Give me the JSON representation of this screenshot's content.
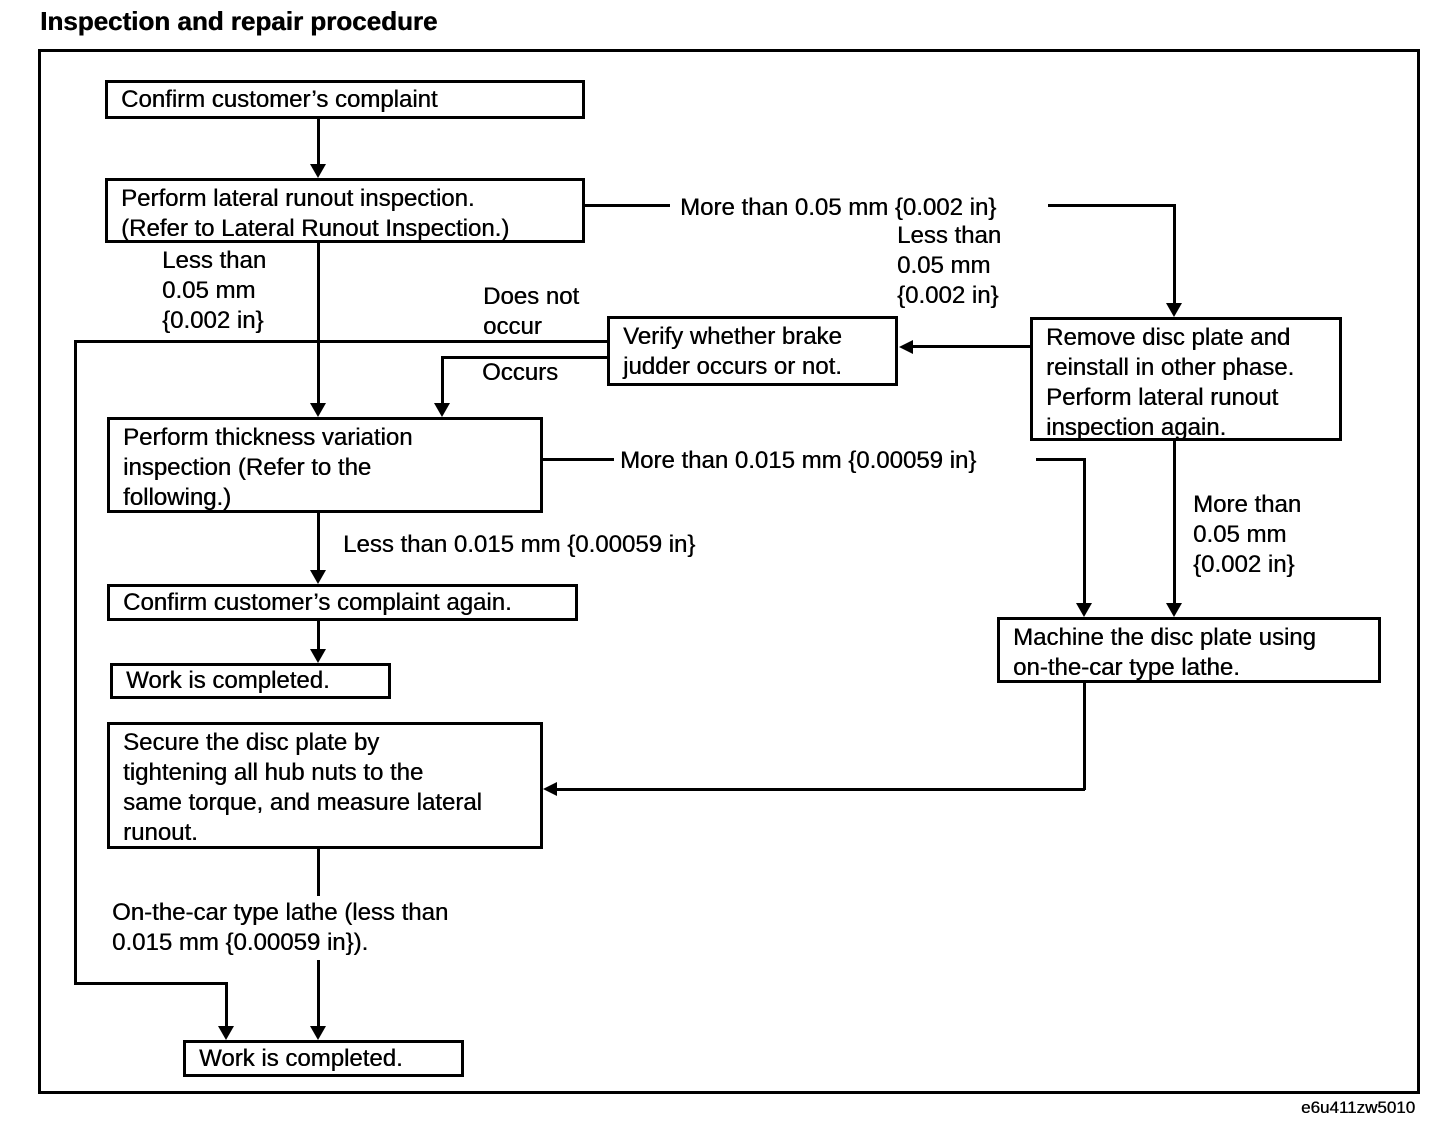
{
  "title": "Inspection and repair procedure",
  "figure_code": "e6u411zw5010",
  "colors": {
    "ink": "#000000",
    "paper": "#ffffff"
  },
  "nodes": {
    "confirm": "Confirm customer’s complaint",
    "lateral_runout": "Perform lateral runout inspection.\n(Refer to Lateral Runout Inspection.)",
    "verify_judder": "Verify whether brake\njudder occurs or not.",
    "remove_disc": "Remove disc plate and\nreinstall in other phase.\nPerform lateral runout\ninspection again.",
    "thickness": "Perform thickness variation\ninspection (Refer to the\nfollowing.)",
    "confirm_again": "Confirm customer’s complaint again.",
    "work_completed_1": "Work is completed.",
    "machine_disc": "Machine the disc plate using\non-the-car type lathe.",
    "secure_disc": "Secure the disc plate by\ntightening all hub nuts to the\nsame torque, and measure lateral\nrunout.",
    "work_completed_2": "Work is completed."
  },
  "edge_labels": {
    "more_than_005_top": "More than 0.05 mm {0.002 in}",
    "less_than_005_right": "Less than\n0.05 mm\n{0.002 in}",
    "less_than_005_left": "Less than\n0.05 mm\n{0.002 in}",
    "does_not_occur": "Does not\noccur",
    "occurs": "Occurs",
    "more_than_0015": "More than 0.015 mm {0.00059 in}",
    "less_than_0015": "Less than 0.015 mm {0.00059 in}",
    "more_than_005_right": "More than\n0.05 mm\n{0.002 in}",
    "on_the_car_lathe": "On-the-car type lathe (less than\n0.015 mm {0.00059 in})."
  }
}
